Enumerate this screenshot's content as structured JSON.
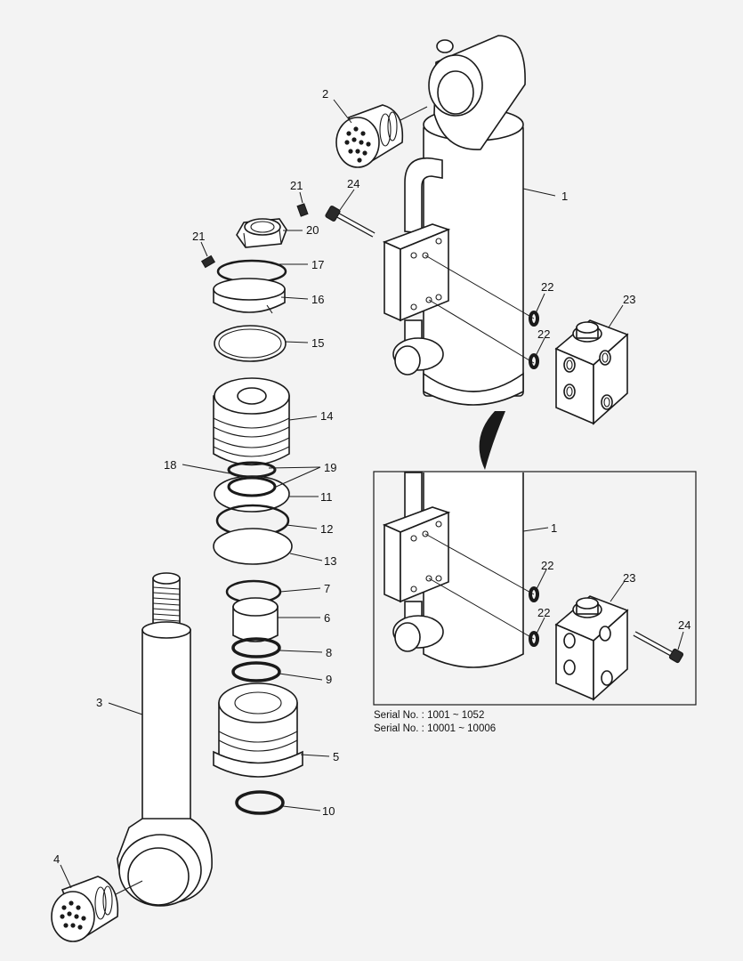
{
  "callouts": {
    "c1": "1",
    "c1b": "1",
    "c2": "2",
    "c3": "3",
    "c4": "4",
    "c5": "5",
    "c6": "6",
    "c7": "7",
    "c8": "8",
    "c9": "9",
    "c10": "10",
    "c11": "11",
    "c12": "12",
    "c13": "13",
    "c14": "14",
    "c15": "15",
    "c16": "16",
    "c17": "17",
    "c18": "18",
    "c19": "19",
    "c20": "20",
    "c21a": "21",
    "c21b": "21",
    "c22a": "22",
    "c22b": "22",
    "c22c": "22",
    "c22d": "22",
    "c23": "23",
    "c23b": "23",
    "c24": "24",
    "c24b": "24"
  },
  "inset_notes": {
    "serial_1": "Serial No. : 1001 ~ 1052",
    "serial_2": "Serial No. : 10001 ~ 10006"
  }
}
